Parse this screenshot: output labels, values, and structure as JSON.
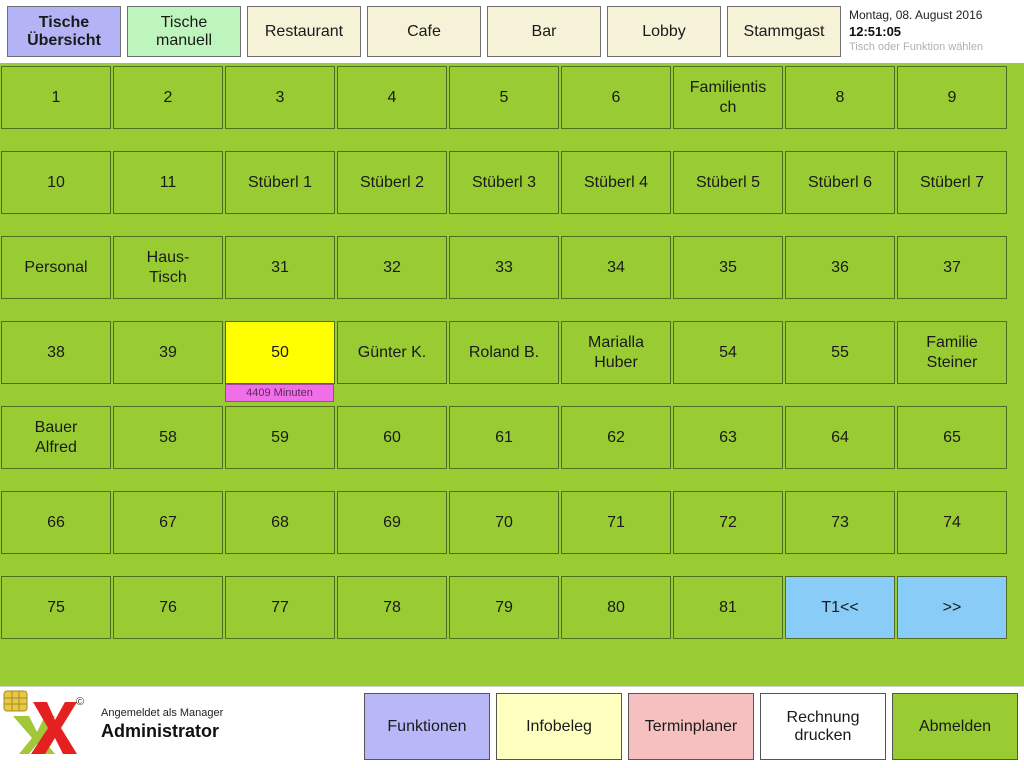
{
  "header": {
    "tabs": [
      {
        "label": "Tische\nÜbersicht",
        "color": "#b3b3f5",
        "active": true
      },
      {
        "label": "Tische\nmanuell",
        "color": "#bdf5bd"
      },
      {
        "label": "Restaurant",
        "color": "#f5f2d8"
      },
      {
        "label": "Cafe",
        "color": "#f5f2d8"
      },
      {
        "label": "Bar",
        "color": "#f5f2d8"
      },
      {
        "label": "Lobby",
        "color": "#f5f2d8"
      },
      {
        "label": "Stammgast",
        "color": "#f5f2d8"
      }
    ],
    "date": "Montag, 08. August 2016",
    "time": "12:51:05",
    "hint": "Tisch oder Funktion wählen"
  },
  "floor": {
    "background": "#99cc33",
    "rows": [
      [
        "1",
        "2",
        "3",
        "4",
        "5",
        "6",
        "Familientis\nch",
        "8",
        "9"
      ],
      [
        "10",
        "11",
        "Stüberl 1",
        "Stüberl 2",
        "Stüberl 3",
        "Stüberl 4",
        "Stüberl 5",
        "Stüberl 6",
        "Stüberl 7"
      ],
      [
        "Personal",
        "Haus-\nTisch",
        "31",
        "32",
        "33",
        "34",
        "35",
        "36",
        "37"
      ],
      [
        "38",
        "39",
        "50",
        "Günter K.",
        "Roland B.",
        "Marialla\nHuber",
        "54",
        "55",
        "Familie\nSteiner"
      ],
      [
        "Bauer\nAlfred",
        "58",
        "59",
        "60",
        "61",
        "62",
        "63",
        "64",
        "65"
      ],
      [
        "66",
        "67",
        "68",
        "69",
        "70",
        "71",
        "72",
        "73",
        "74"
      ],
      [
        "75",
        "76",
        "77",
        "78",
        "79",
        "80",
        "81",
        "T1<<",
        ">>"
      ]
    ],
    "occupied_table": "50",
    "occupied_timer": "4409 Minuten",
    "occupied_color": "#ffff00",
    "nav_color": "#88ccf7"
  },
  "footer": {
    "login_label": "Angemeldet als Manager",
    "user": "Administrator",
    "logo_copyright": "©",
    "buttons": [
      {
        "label": "Funktionen",
        "color": "#b8b8f8"
      },
      {
        "label": "Infobeleg",
        "color": "#ffffc0"
      },
      {
        "label": "Terminplaner",
        "color": "#f7c0c0"
      },
      {
        "label": "Rechnung\ndrucken",
        "color": "#ffffff"
      },
      {
        "label": "Abmelden",
        "color": "#99cc33"
      }
    ]
  }
}
